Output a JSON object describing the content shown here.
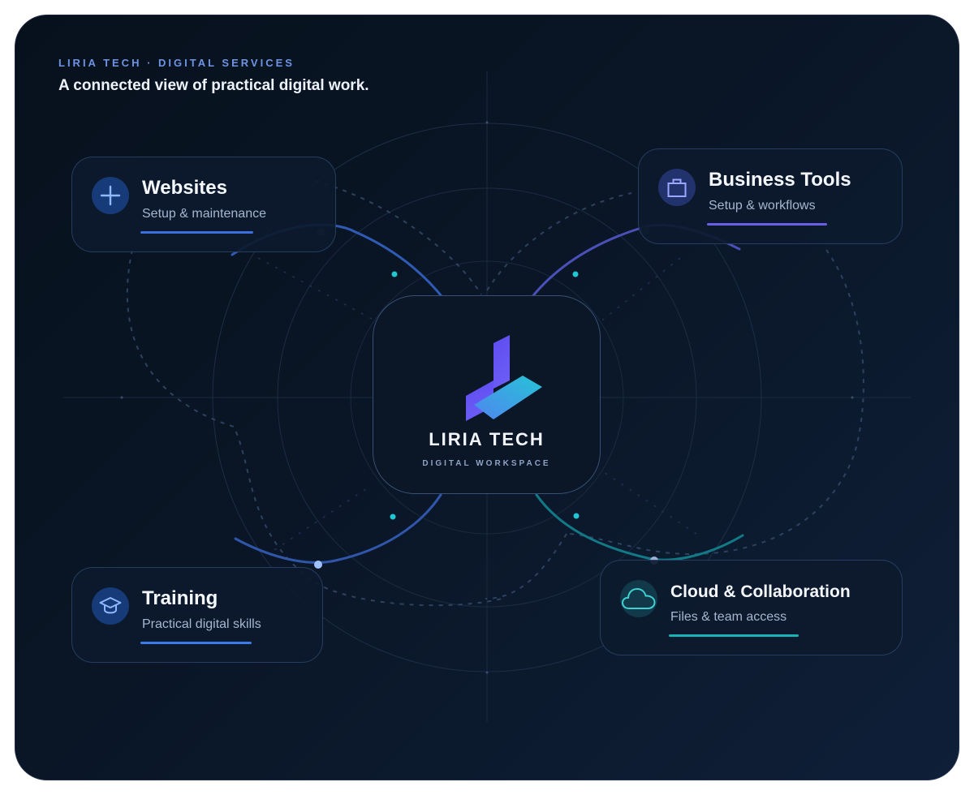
{
  "header": {
    "brand_line": "LIRIA TECH · DIGITAL SERVICES",
    "tagline": "A connected view of practical digital work."
  },
  "hub": {
    "name": "LIRIA TECH",
    "subtitle": "DIGITAL WORKSPACE",
    "icon": "liria-logo-icon"
  },
  "services": [
    {
      "title": "Websites",
      "subtitle": "Setup & maintenance",
      "icon": "plus-icon",
      "accent": "#3b6fe0"
    },
    {
      "title": "Business Tools",
      "subtitle": "Setup & workflows",
      "icon": "briefcase-icon",
      "accent": "#6a5ee8"
    },
    {
      "title": "Training",
      "subtitle": "Practical digital skills",
      "icon": "graduation-cap-icon",
      "accent": "#3a7de6"
    },
    {
      "title": "Cloud & Collaboration",
      "subtitle": "Files & team access",
      "icon": "cloud-icon",
      "accent": "#18b3b8"
    }
  ],
  "colors": {
    "background": "#0a1626",
    "accent_blue": "#3b6fe0",
    "accent_violet": "#6a5ee8",
    "accent_teal": "#18b3b8"
  }
}
